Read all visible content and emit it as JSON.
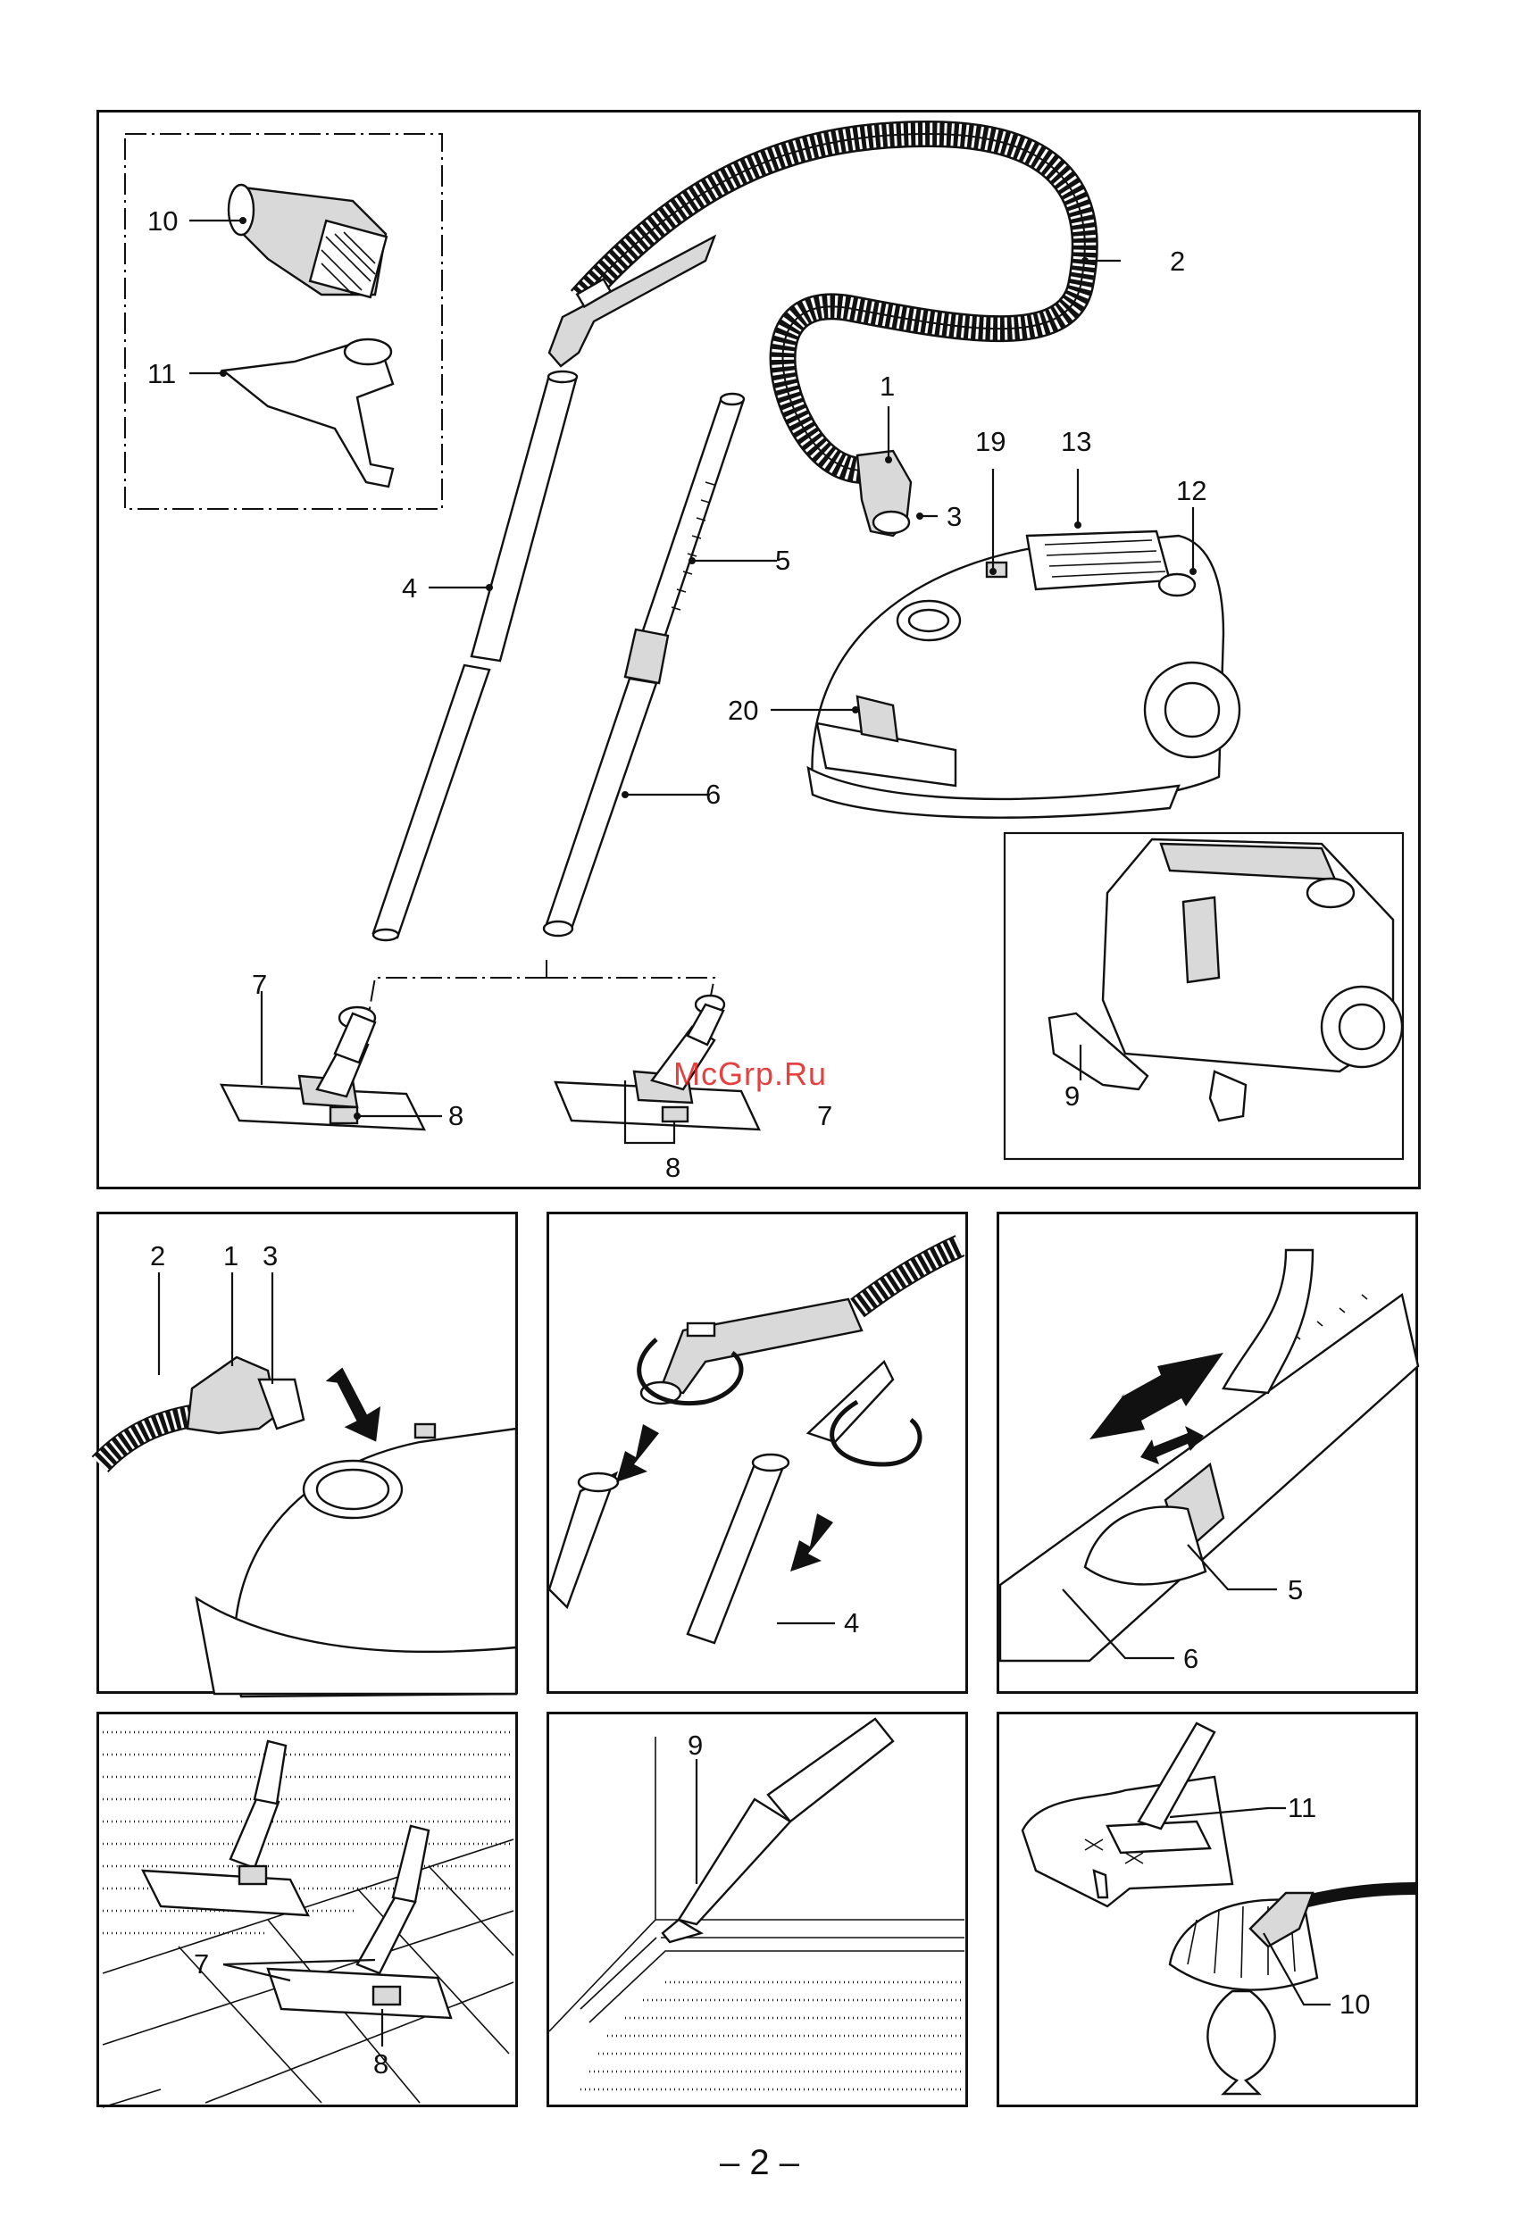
{
  "overview": {
    "labels": {
      "nozzle_upholstery": "10",
      "nozzle_wide": "11",
      "hose_elbow": "1",
      "hose": "2",
      "hose_lock": "3",
      "tube": "4",
      "tele_tube": "5",
      "tele_lower": "6",
      "floor_nozzle_left": "7",
      "pedal_left": "8",
      "pedal_right": "8",
      "floor_nozzle_right": "7",
      "bag_indicator": "19",
      "exhaust_filter": "13",
      "power_button": "12",
      "handle": "20",
      "crevice_tool": "9"
    }
  },
  "panel_connect": {
    "labels": {
      "hose": "2",
      "elbow": "1",
      "lock": "3"
    }
  },
  "panel_tubes": {
    "labels": {
      "tube": "4"
    }
  },
  "panel_telescopic": {
    "labels": {
      "slider": "5",
      "tube": "6"
    }
  },
  "panel_floor": {
    "labels": {
      "nozzle": "7",
      "pedal": "8"
    }
  },
  "panel_crevice": {
    "labels": {
      "crevice": "9"
    }
  },
  "panel_furniture": {
    "labels": {
      "wide_nozzle": "11",
      "brush": "10"
    }
  },
  "watermark": "McGrp.Ru",
  "page_number": "– 2 –"
}
